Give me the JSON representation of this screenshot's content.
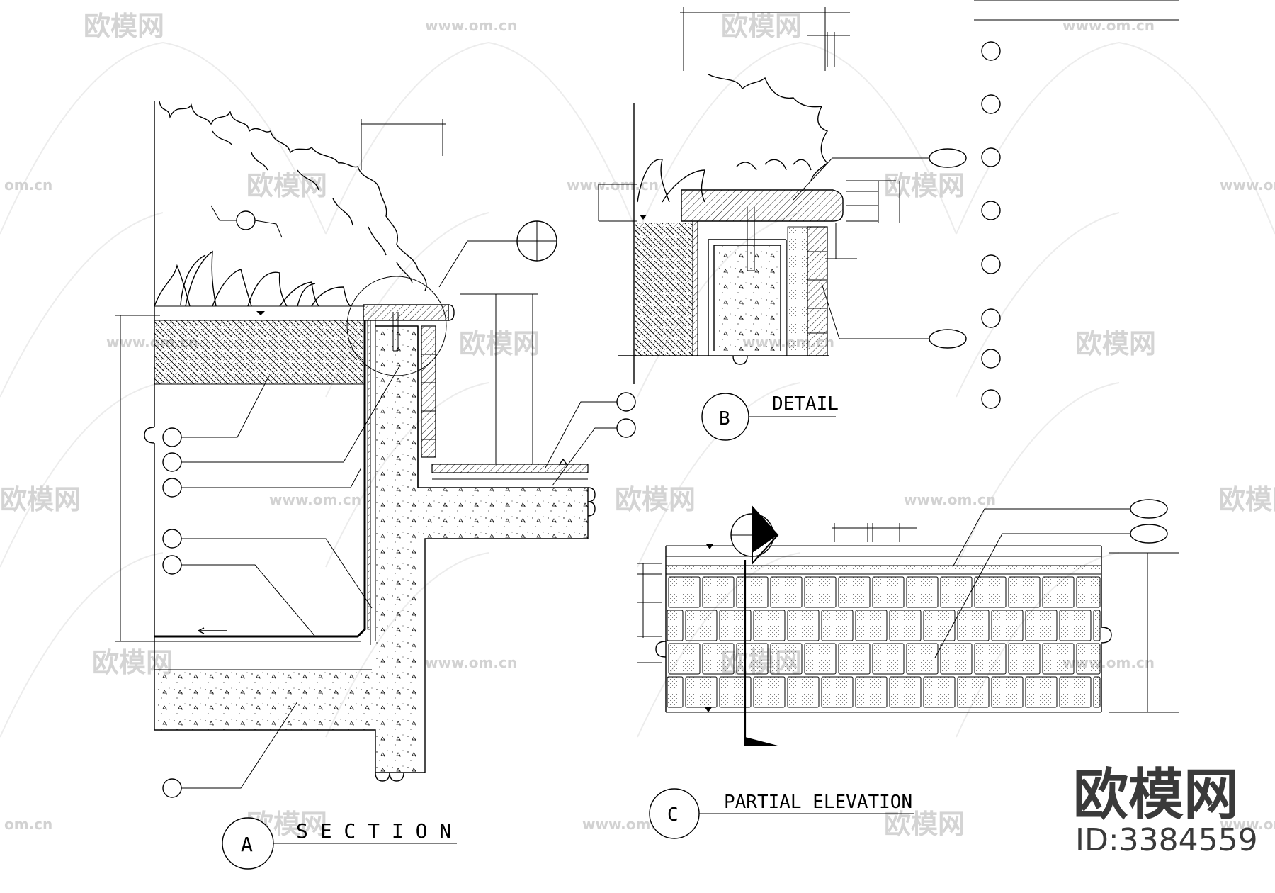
{
  "watermark": {
    "brand": "欧模网",
    "url": "www.om.cn",
    "url_short": "om.cn"
  },
  "views": {
    "section": {
      "letter": "A",
      "title": "S E C T I O N"
    },
    "detail": {
      "letter": "B",
      "title": "DETAIL"
    },
    "elevation": {
      "letter": "C",
      "title": "PARTIAL ELEVATION"
    }
  },
  "logo": {
    "brand": "欧模网",
    "id": "ID:3384559"
  }
}
